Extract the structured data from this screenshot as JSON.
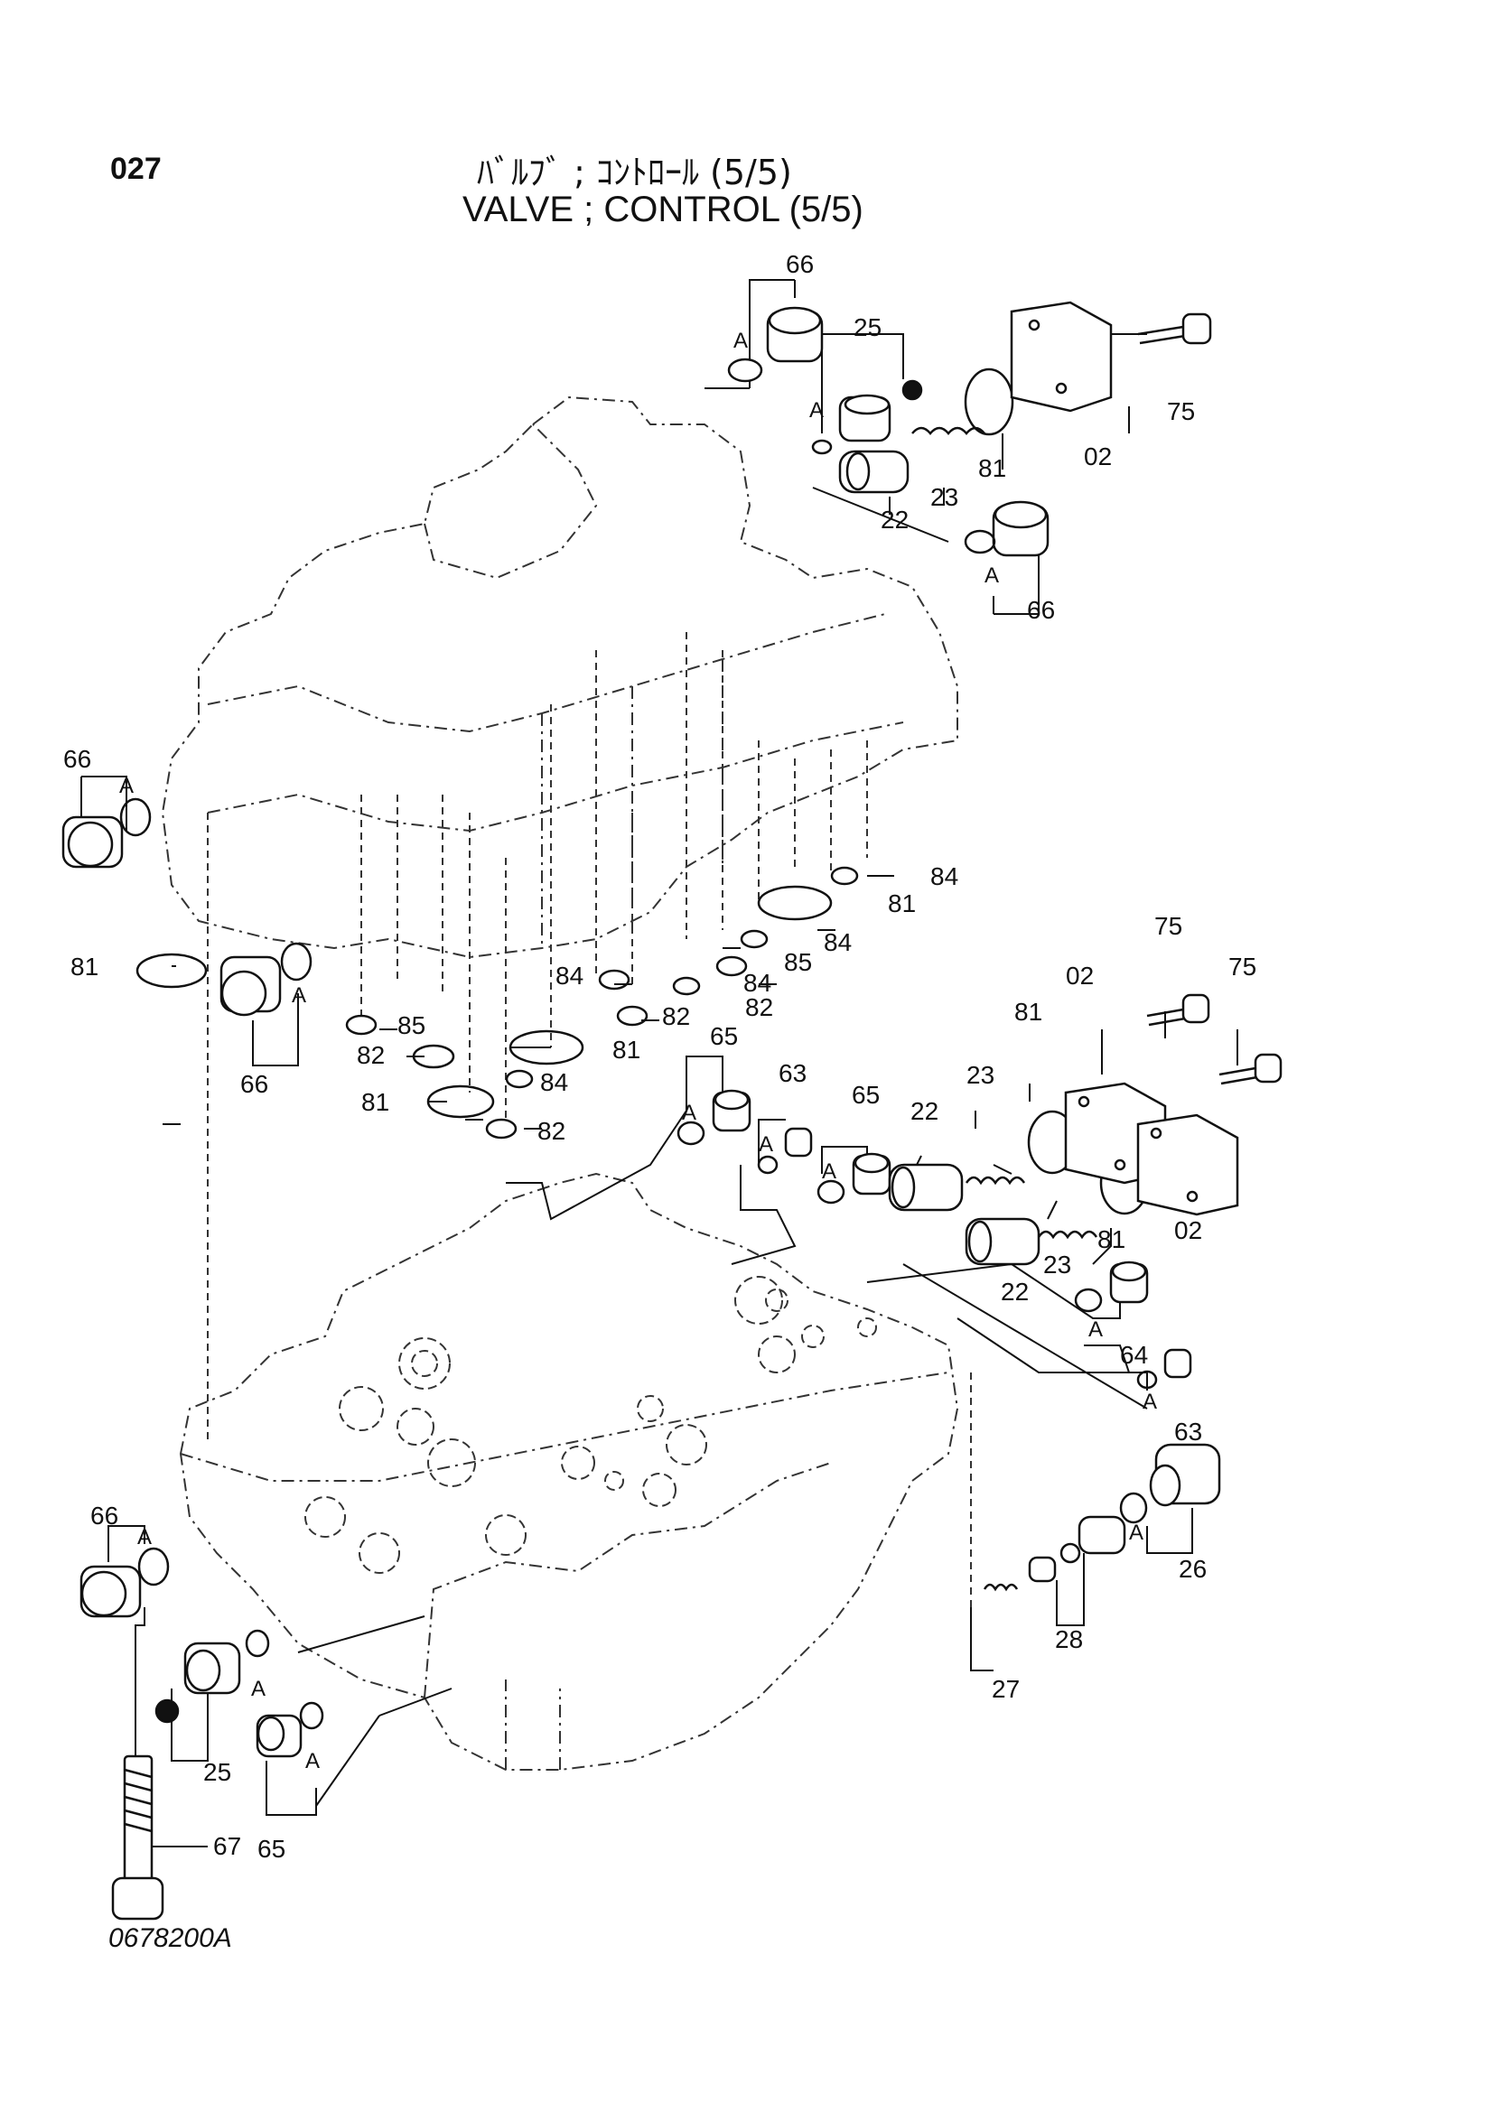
{
  "header": {
    "page_number": "027",
    "title_jp": "ﾊﾞﾙﾌﾞ ; ｺﾝﾄﾛｰﾙ (5/5)",
    "title_en": "VALVE ; CONTROL (5/5)"
  },
  "footer": {
    "drawing_code": "0678200A"
  },
  "common": {
    "seal_mark": "A"
  },
  "callouts": {
    "c66a": "66",
    "c25a": "25",
    "c75a": "75",
    "c02a": "02",
    "c81a": "81",
    "c23a": "23",
    "c22a": "22",
    "c66b": "66",
    "c66c": "66",
    "c81b": "81",
    "c66d": "66",
    "c85a": "85",
    "c82a": "82",
    "c81c": "81",
    "c82b": "82",
    "c84a": "84",
    "c81d": "81",
    "c84b": "84",
    "c85b": "85",
    "c84c": "84",
    "c84d": "84",
    "c82c": "82",
    "c81e": "81",
    "c84e": "84",
    "c82d": "82",
    "c75b": "75",
    "c75c": "75",
    "c02b": "02",
    "c81f": "81",
    "c23b": "23",
    "c22b": "22",
    "c65a": "65",
    "c63a": "63",
    "c65b": "65",
    "c02c": "02",
    "c81g": "81",
    "c23c": "23",
    "c22c": "22",
    "c64a": "64",
    "c63b": "63",
    "c26a": "26",
    "c28a": "28",
    "c27a": "27",
    "c66e": "66",
    "c25b": "25",
    "c65c": "65",
    "c67a": "67"
  }
}
